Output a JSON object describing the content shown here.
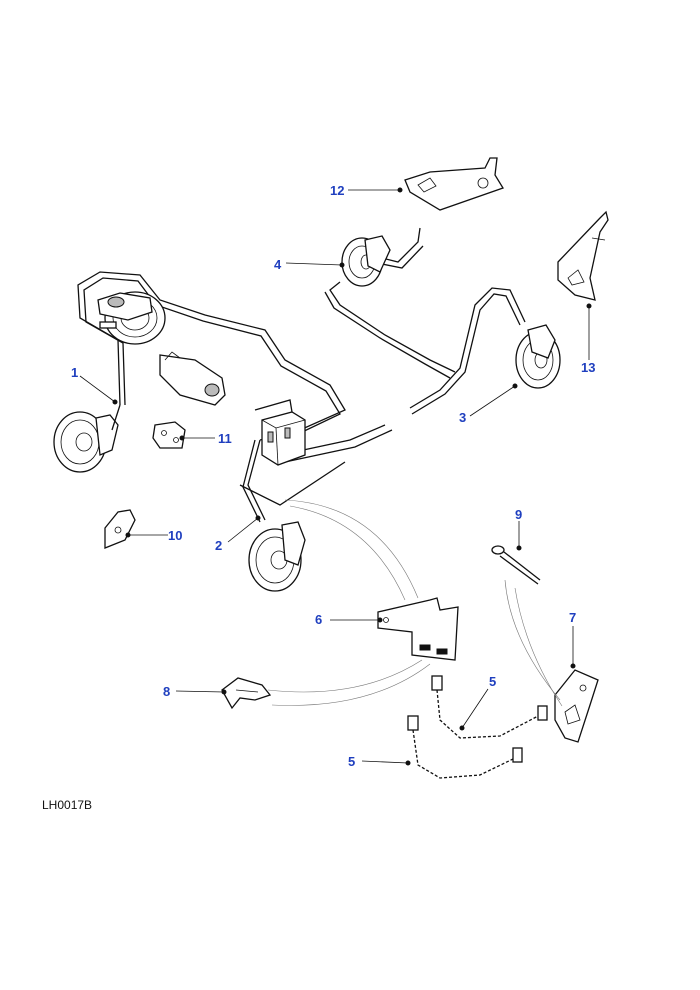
{
  "diagram": {
    "reference_code": "LH0017B",
    "callouts": [
      {
        "id": "1",
        "text": "1"
      },
      {
        "id": "2",
        "text": "2"
      },
      {
        "id": "3",
        "text": "3"
      },
      {
        "id": "4",
        "text": "4"
      },
      {
        "id": "5a",
        "text": "5"
      },
      {
        "id": "5b",
        "text": "5"
      },
      {
        "id": "6",
        "text": "6"
      },
      {
        "id": "7",
        "text": "7"
      },
      {
        "id": "8",
        "text": "8"
      },
      {
        "id": "9",
        "text": "9"
      },
      {
        "id": "10",
        "text": "10"
      },
      {
        "id": "11",
        "text": "11"
      },
      {
        "id": "12",
        "text": "12"
      },
      {
        "id": "13",
        "text": "13"
      }
    ],
    "colors": {
      "callout": "#1f3fbf",
      "line": "#111111",
      "background": "#ffffff"
    }
  }
}
